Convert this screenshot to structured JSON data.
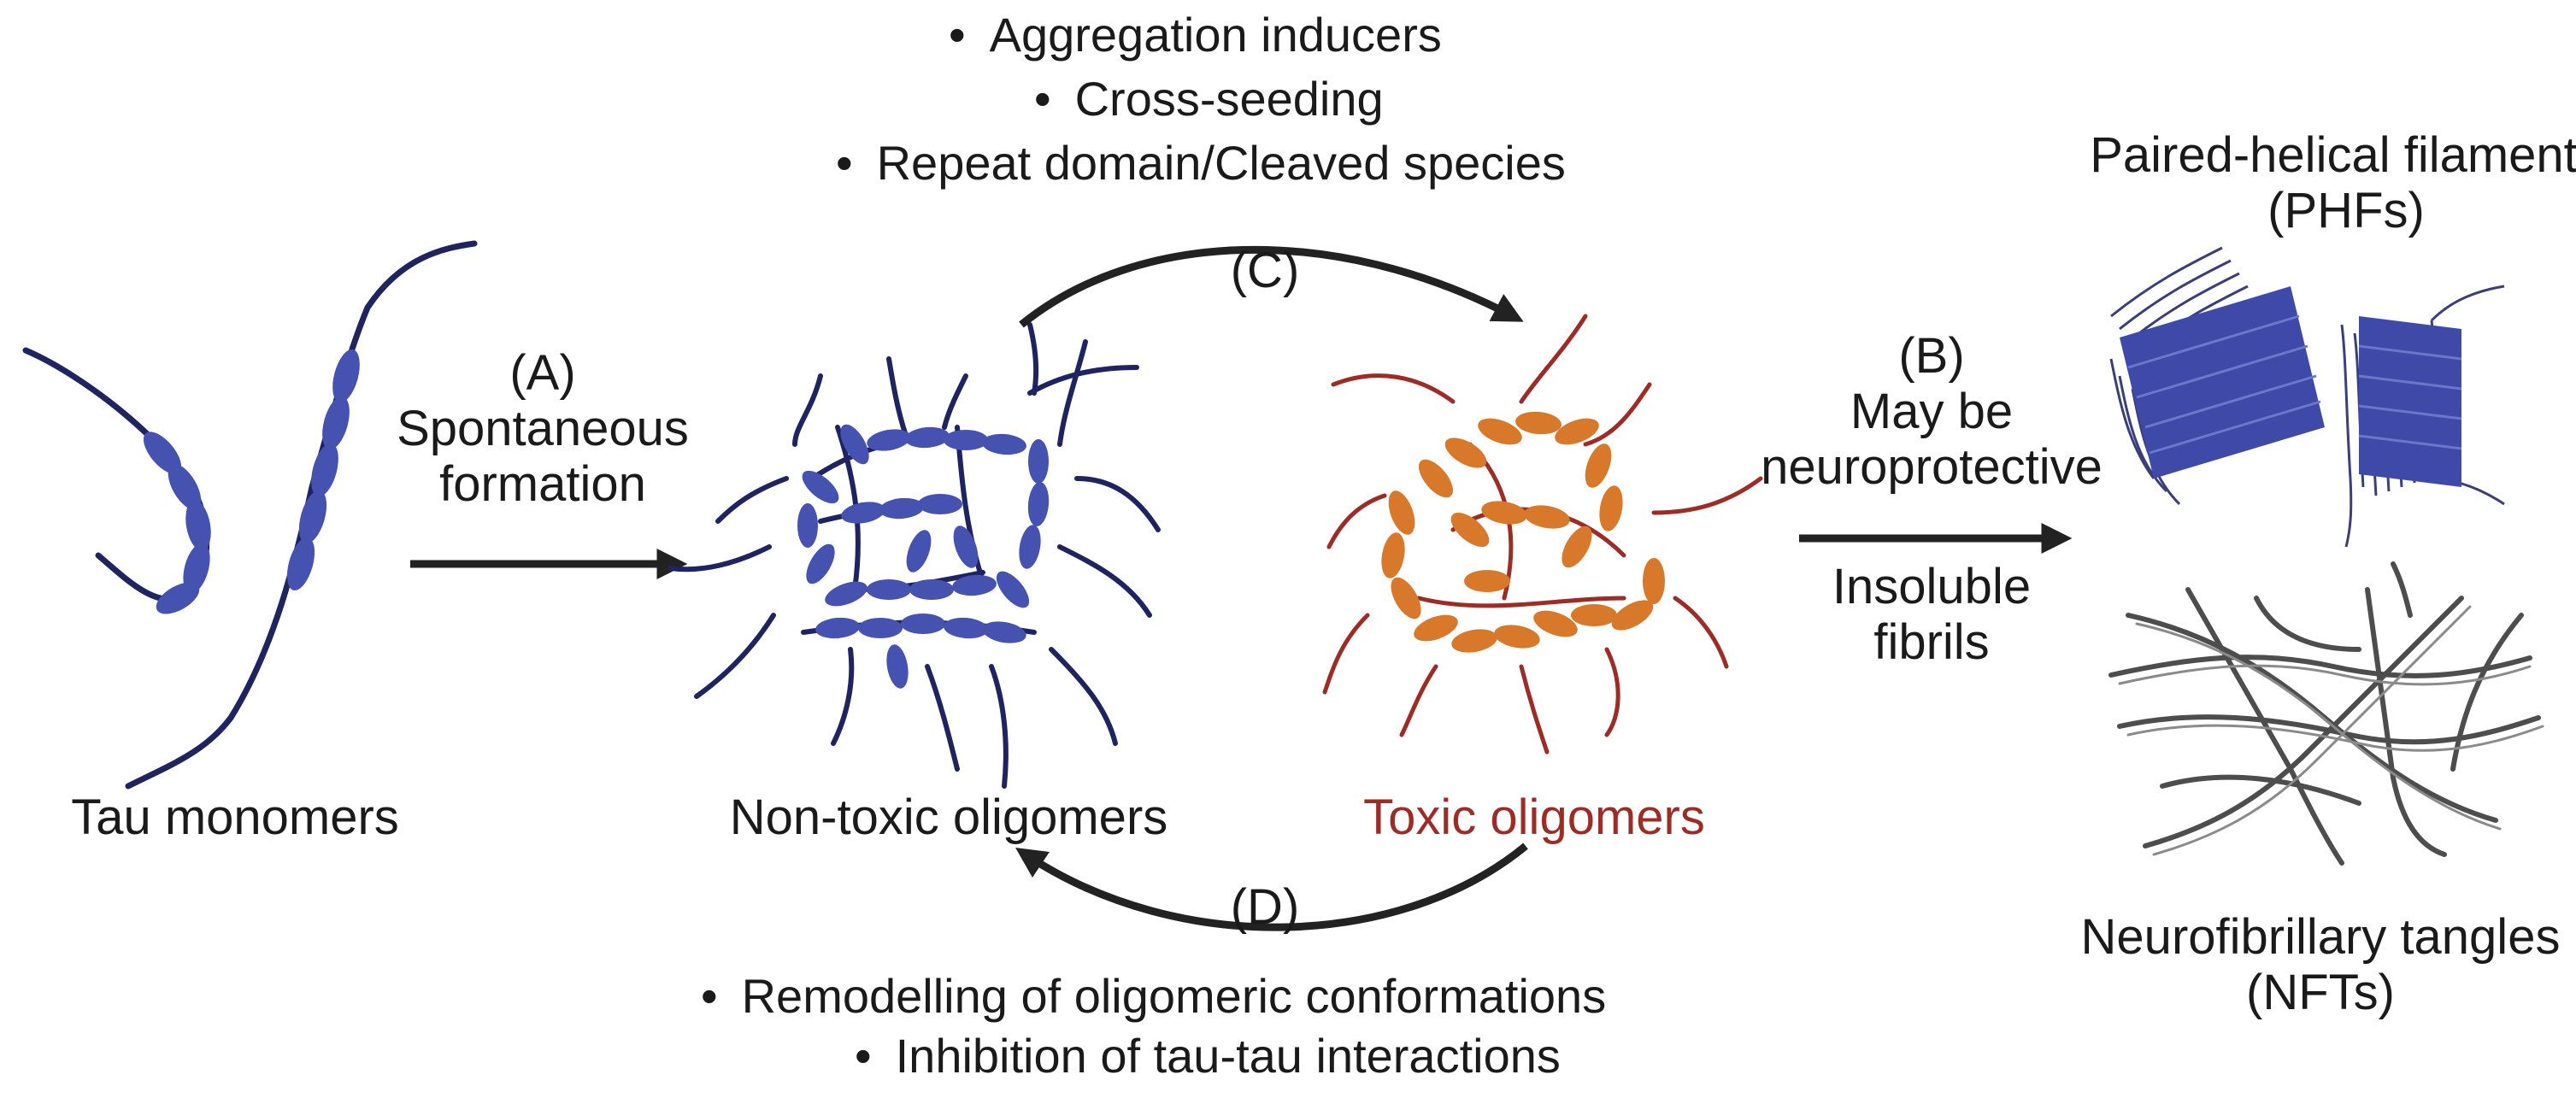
{
  "stages": {
    "monomers": "Tau monomers",
    "nontoxic": "Non-toxic oligomers",
    "toxic": "Toxic oligomers",
    "phf_line1": "Paired-helical filaments",
    "phf_line2": "(PHFs)",
    "nft_line1": "Neurofibrillary tangles",
    "nft_line2": "(NFTs)"
  },
  "steps": {
    "a_label": "(A)",
    "a_line1": "Spontaneous",
    "a_line2": "formation",
    "b_label": "(B)",
    "b_line1": "May be",
    "b_line2": "neuroprotective",
    "b_line3": "Insoluble",
    "b_line4": "fibrils",
    "c_label": "(C)",
    "d_label": "(D)"
  },
  "c_factors": [
    "Aggregation inducers",
    "Cross-seeding",
    "Repeat domain/Cleaved species"
  ],
  "d_factors": [
    "Remodelling of oligomeric conformations",
    "Inhibition of tau-tau interactions"
  ],
  "colors": {
    "strand_dark": "#1f2360",
    "bead_blue": "#4552b0",
    "toxic_strand": "#9c2c26",
    "bead_orange": "#d8782a",
    "fibril_gray": "#4d4d4d",
    "arrow": "#222222",
    "toxic_text": "#9c2c26"
  }
}
